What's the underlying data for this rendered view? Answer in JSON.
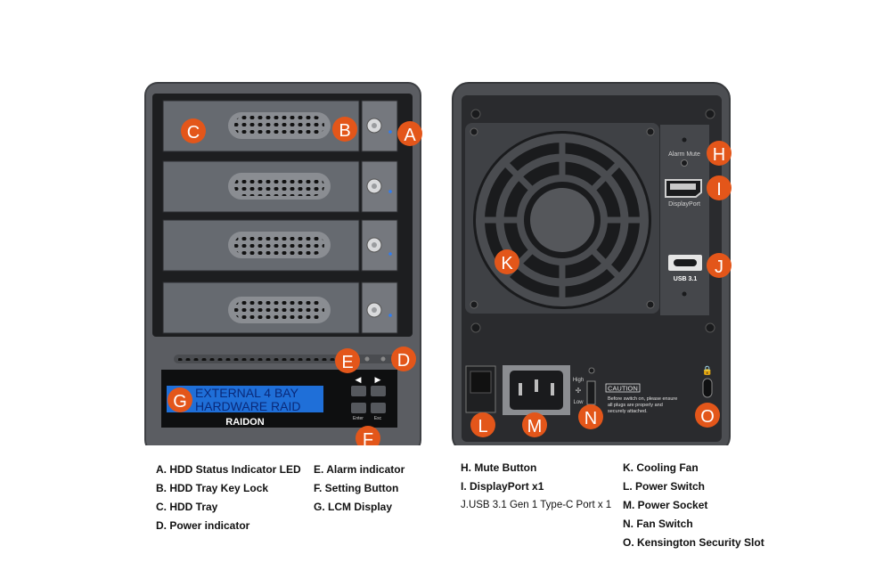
{
  "front": {
    "lcd_line1": "EXTERNAL 4 BAY",
    "lcd_line2": "HARDWARE RAID",
    "brand": "RAIDON",
    "enter_label": "Enter",
    "esc_label": "Esc"
  },
  "rear": {
    "alarm_mute_label": "Alarm Mute",
    "displayport_label": "DisplayPort",
    "usb_label": "USB 3.1",
    "fan_high_label": "High",
    "fan_low_label": "Low",
    "caution_title": "CAUTION",
    "caution_line1": "Before switch on, please ensure",
    "caution_line2": "all plugs are properly and",
    "caution_line3": "securely attached."
  },
  "callouts": {
    "a": "A",
    "b": "B",
    "c": "C",
    "d": "D",
    "e": "E",
    "f": "F",
    "g": "G",
    "h": "H",
    "i": "I",
    "j": "J",
    "k": "K",
    "l": "L",
    "m": "M",
    "n": "N",
    "o": "O"
  },
  "legend": {
    "col1": [
      "A. HDD Status Indicator LED",
      "B. HDD Tray Key Lock",
      "C. HDD Tray",
      "D. Power indicator"
    ],
    "col2": [
      "E. Alarm indicator",
      "F. Setting Button",
      "G. LCM Display"
    ],
    "col3": [
      "H. Mute Button",
      "I. DisplayPort x1",
      "J.USB 3.1 Gen 1 Type-C Port x 1"
    ],
    "col4": [
      "K. Cooling Fan",
      "L. Power Switch",
      "M. Power Socket",
      "N. Fan Switch",
      "O. Kensington Security Slot"
    ]
  },
  "colors": {
    "callout": "#e3561a",
    "chassis": "#5b5d62",
    "lcd": "#1f6fd8",
    "lcd_text": "#0a2a7a",
    "led": "#2f7cf0"
  }
}
